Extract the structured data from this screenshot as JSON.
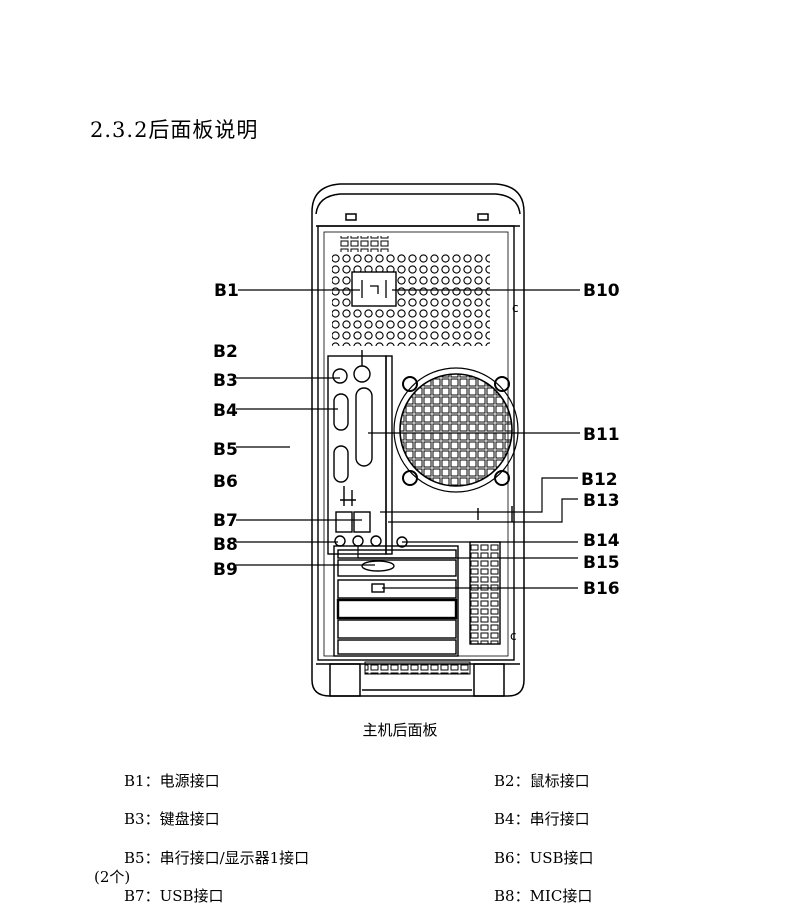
{
  "heading": "2.3.2后面板说明",
  "caption": "主机后面板",
  "callouts": {
    "B1": "B1",
    "B2": "B2",
    "B3": "B3",
    "B4": "B4",
    "B5": "B5",
    "B6": "B6",
    "B7": "B7",
    "B8": "B8",
    "B9": "B9",
    "B10": "B10",
    "B11": "B11",
    "B12": "B12",
    "B13": "B13",
    "B14": "B14",
    "B15": "B15",
    "B16": "B16"
  },
  "legend": {
    "b1": "B1：电源接口",
    "b2": "B2：鼠标接口",
    "b3": "B3：键盘接口",
    "b4": "B4：串行接口",
    "b5": "B5：串行接口/显示器1接口",
    "b5_cont": "(2个)",
    "b6": "B6：USB接口",
    "b7": "B7：USB接口",
    "b8": "B8：MIC接口"
  }
}
